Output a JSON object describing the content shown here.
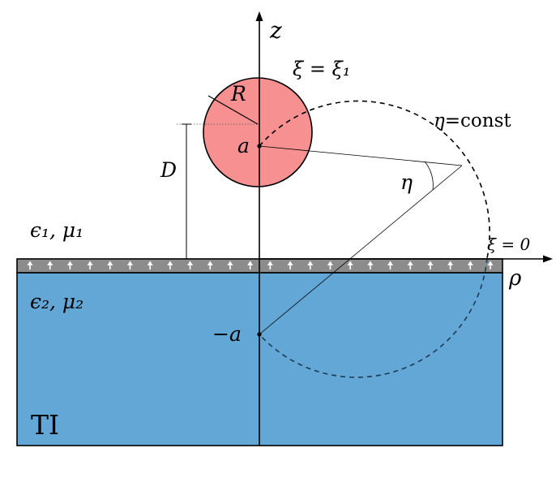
{
  "labels": {
    "z_axis": "z",
    "rho_axis": "ρ",
    "xi_one": "ξ = ξ₁",
    "eta_const_sym": "η",
    "eta_const_eq": "=const",
    "radius": "R",
    "point_a": "a",
    "point_minus_a": "−a",
    "distance": "D",
    "angle": "η",
    "medium_top": "ϵ₁, μ₁",
    "medium_bottom": "ϵ₂, μ₂",
    "xi_zero": "ξ = 0",
    "material": "TI"
  },
  "colors": {
    "sphere_fill": "#f79191",
    "substrate_fill": "#63a7d7",
    "interface_strip": "#8c8c8c",
    "arrow_marks": "#ffffff",
    "lines": "#000000",
    "dashed_curve_lower": "#1d3b58"
  },
  "interface": {
    "arrow_count": 24,
    "arrow_direction": "up"
  }
}
